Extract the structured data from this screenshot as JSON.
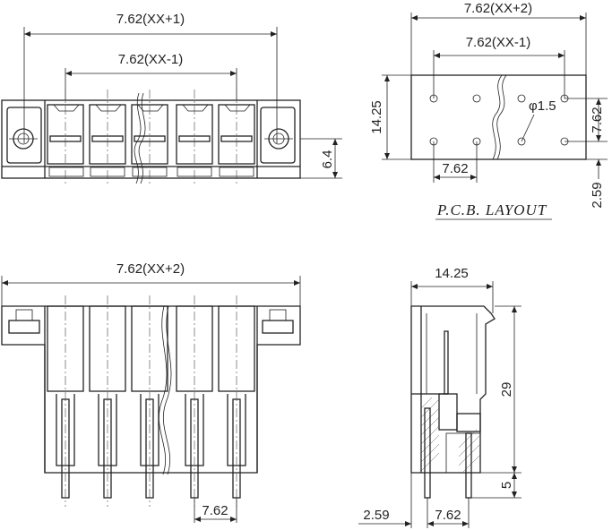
{
  "drawing": {
    "front_view": {
      "overall_dim": "7.62(XX+1)",
      "inner_dim": "7.62(XX-1)",
      "height_dim": "6.4"
    },
    "pcb_layout": {
      "overall_dim": "7.62(XX+2)",
      "inner_dim": "7.62(XX-1)",
      "height_dim": "14.25",
      "hole_dia": "φ1.5",
      "row_spacing": "7.62",
      "pitch": "7.62",
      "offset": "2.59",
      "title": "P.C.B. LAYOUT"
    },
    "bottom_view": {
      "overall_dim": "7.62(XX+2)",
      "pitch": "7.62"
    },
    "side_view": {
      "width_dim": "14.25",
      "height_dim": "29",
      "pin_dim": "5",
      "offset": "2.59",
      "pitch": "7.62"
    }
  }
}
